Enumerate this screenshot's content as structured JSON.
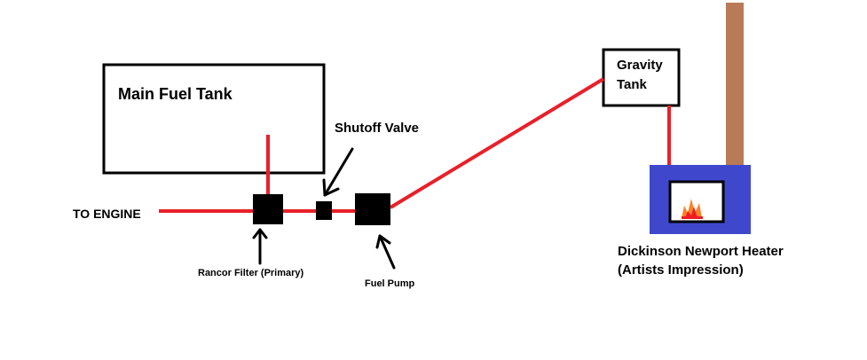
{
  "labels": {
    "main_tank": "Main Fuel Tank",
    "shutoff_valve": "Shutoff Valve",
    "to_engine": "TO ENGINE",
    "rancor_filter": "Rancor Filter (Primary)",
    "fuel_pump": "Fuel Pump",
    "gravity_tank_line1": "Gravity",
    "gravity_tank_line2": "Tank",
    "heater_line1": "Dickinson Newport Heater",
    "heater_line2": "(Artists Impression)"
  },
  "colors": {
    "fuel_line": "#e8202a",
    "component": "#000000",
    "heater_body": "#3f48cc",
    "chimney": "#b97a57",
    "flame_outer": "#ff7f27",
    "flame_inner": "#ed1c24"
  }
}
